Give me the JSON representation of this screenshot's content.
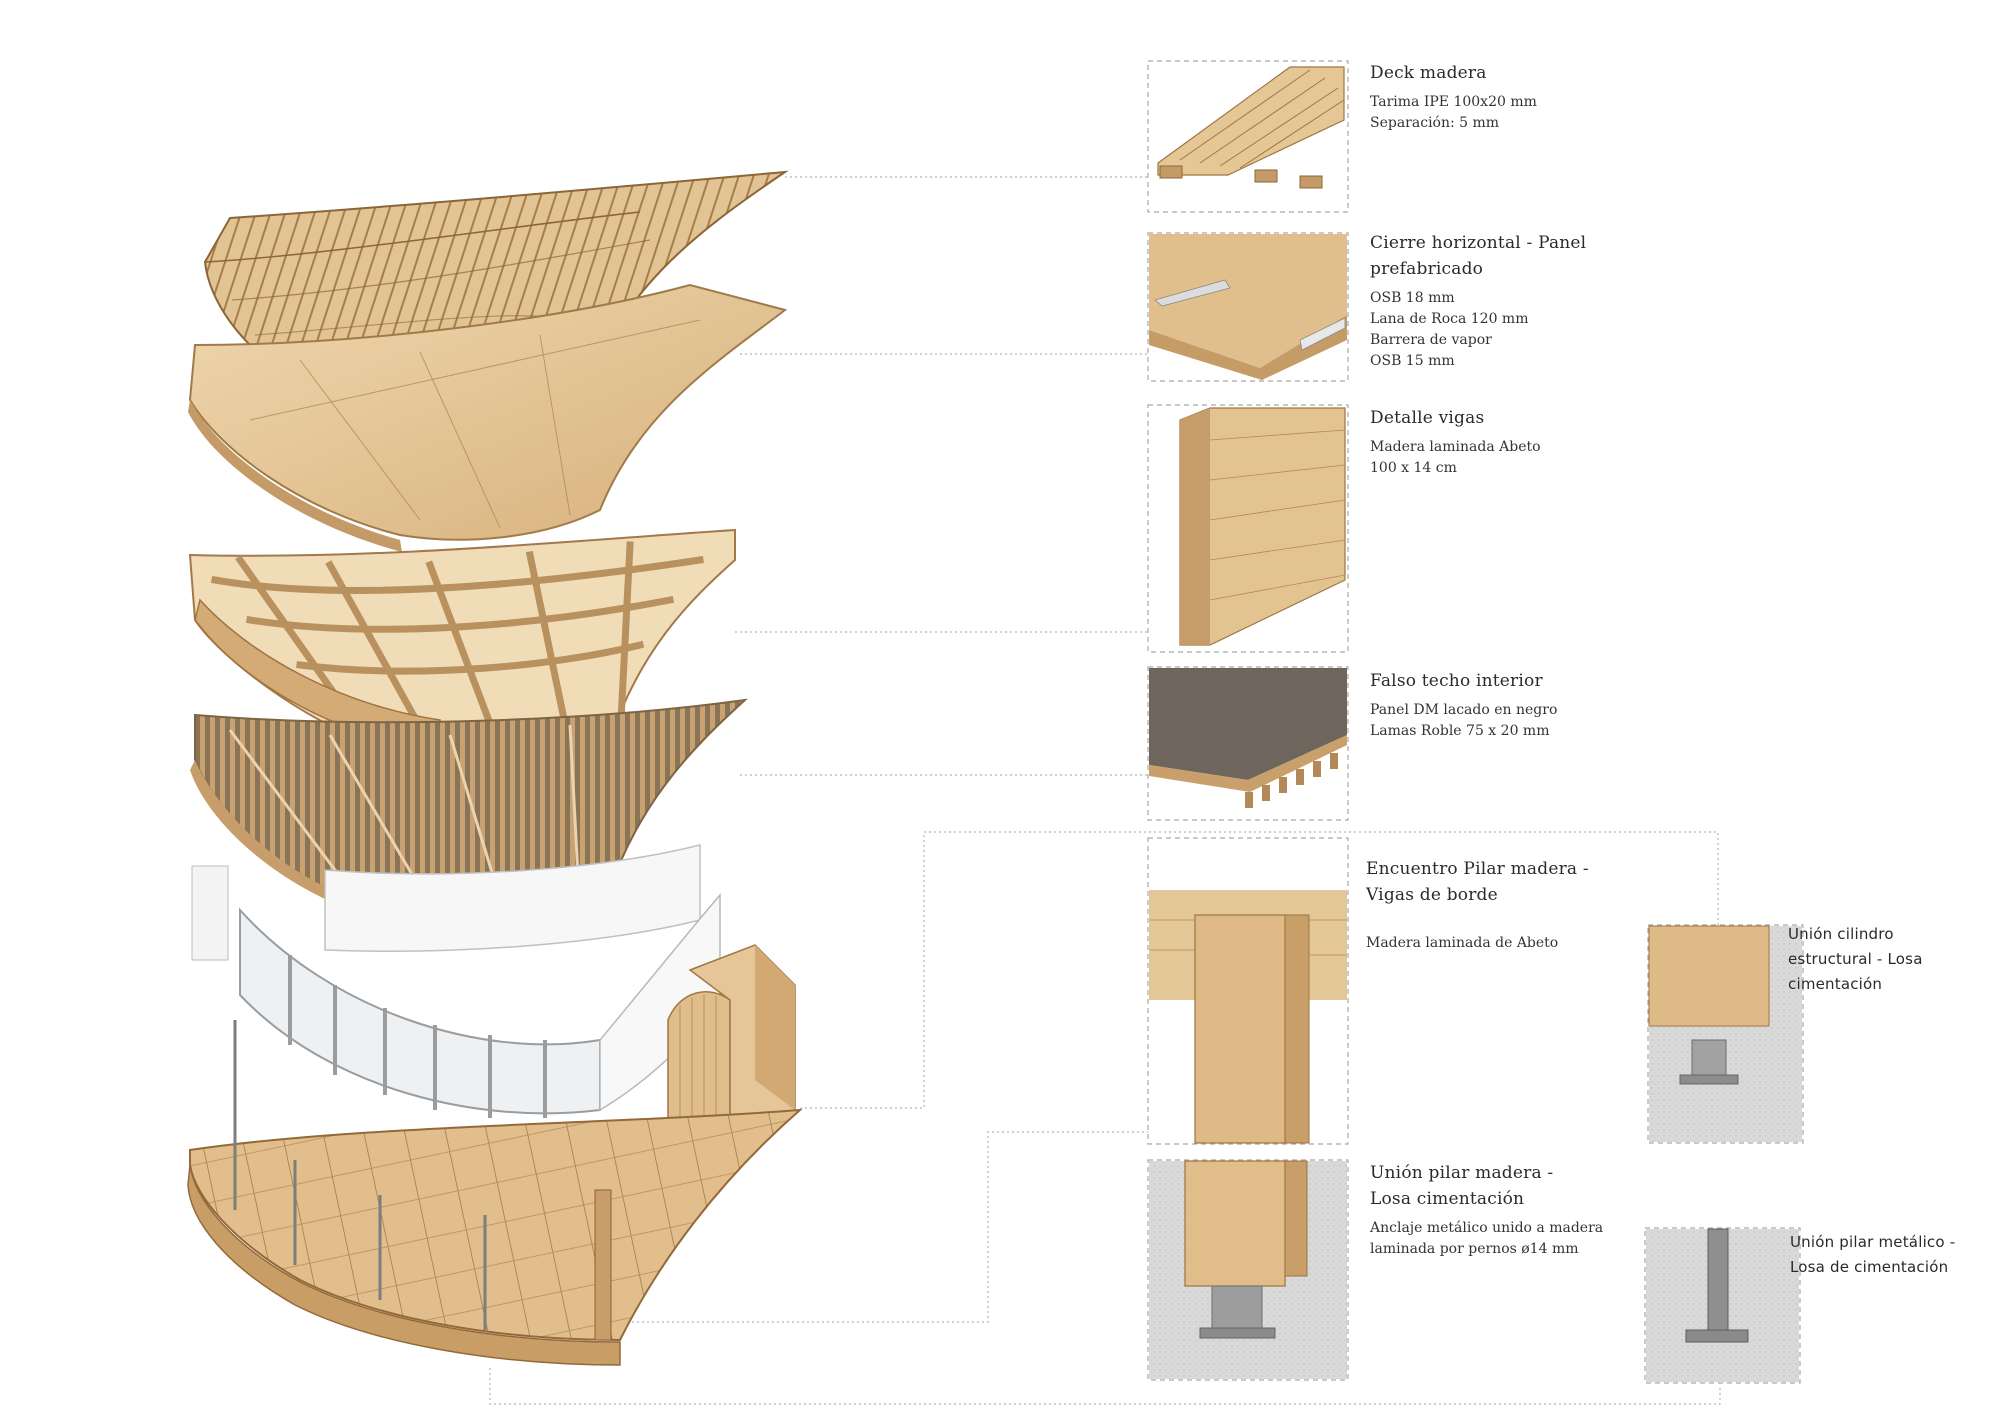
{
  "details": [
    {
      "title": "Deck madera",
      "desc": "Tarima IPE 100x20 mm\nSeparación: 5 mm"
    },
    {
      "title": "Cierre horizontal - Panel prefabricado",
      "desc": "OSB 18 mm\nLana de Roca 120 mm\nBarrera de vapor\nOSB 15 mm"
    },
    {
      "title": "Detalle vigas",
      "desc": "Madera laminada Abeto\n100 x 14 cm"
    },
    {
      "title": "Falso techo interior",
      "desc": "Panel DM lacado en negro\nLamas Roble 75 x 20 mm"
    },
    {
      "title": "Encuentro Pilar madera -\nVigas de borde",
      "desc": "Madera laminada de Abeto"
    },
    {
      "title": "Unión pilar madera -\nLosa cimentación",
      "desc": "Anclaje metálico unido a madera\nlaminada por pernos ø14 mm"
    },
    {
      "title": "Unión cilindro\nestructural - Losa\ncimentación",
      "desc": ""
    },
    {
      "title": "Unión pilar metálico -\nLosa de cimentación",
      "desc": ""
    }
  ],
  "colors": {
    "wood_light": "#e6c99a",
    "wood_mid": "#d4ae78",
    "wood_dark": "#b88b55",
    "ceiling_dark": "#6b625a",
    "concrete": "#d8d8d8",
    "steel": "#9a9a9a",
    "leader": "#b0b0b0"
  }
}
